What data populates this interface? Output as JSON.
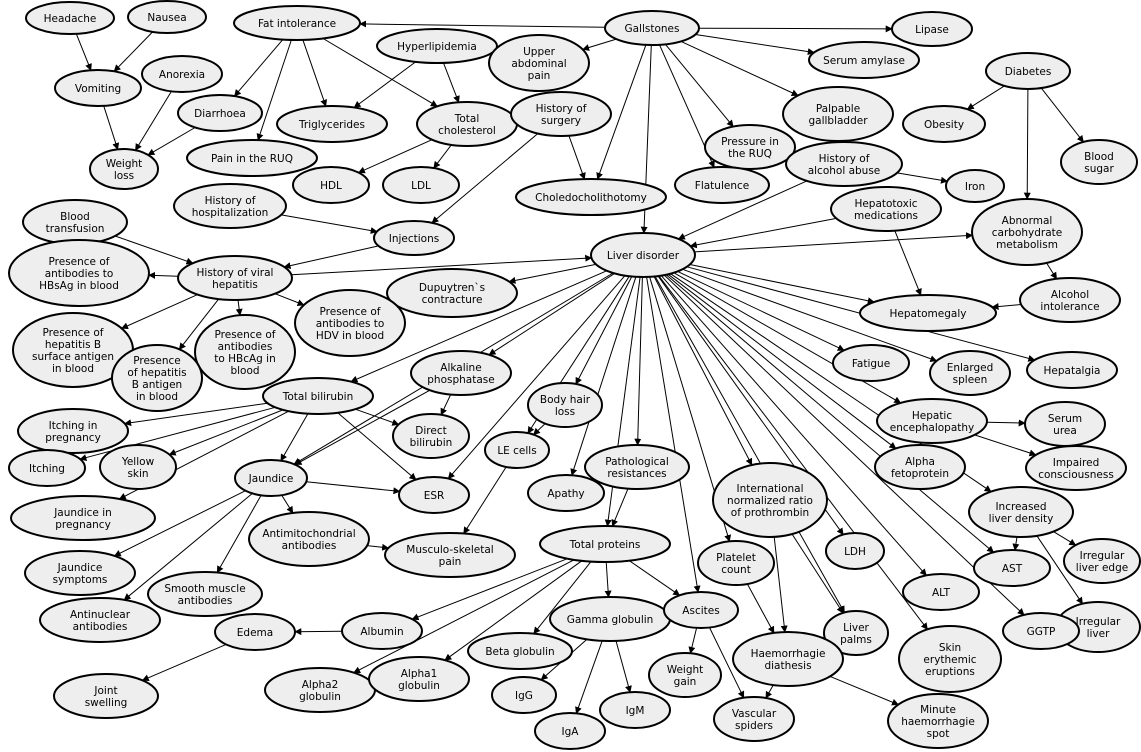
{
  "colors": {
    "node_fill": "#eeeeee",
    "node_stroke": "#000000",
    "edge": "#000000",
    "background": "#ffffff"
  },
  "nodes": [
    {
      "id": "headache",
      "lines": [
        "Headache"
      ]
    },
    {
      "id": "nausea",
      "lines": [
        "Nausea"
      ]
    },
    {
      "id": "fat_intolerance",
      "lines": [
        "Fat intolerance"
      ]
    },
    {
      "id": "gallstones",
      "lines": [
        "Gallstones"
      ]
    },
    {
      "id": "lipase",
      "lines": [
        "Lipase"
      ]
    },
    {
      "id": "hyperlipidemia",
      "lines": [
        "Hyperlipidemia"
      ]
    },
    {
      "id": "upper_abdominal_pain",
      "lines": [
        "Upper",
        "abdominal",
        "pain"
      ]
    },
    {
      "id": "anorexia",
      "lines": [
        "Anorexia"
      ]
    },
    {
      "id": "vomiting",
      "lines": [
        "Vomiting"
      ]
    },
    {
      "id": "serum_amylase",
      "lines": [
        "Serum amylase"
      ]
    },
    {
      "id": "diabetes",
      "lines": [
        "Diabetes"
      ]
    },
    {
      "id": "diarrhoea",
      "lines": [
        "Diarrhoea"
      ]
    },
    {
      "id": "triglycerides",
      "lines": [
        "Triglycerides"
      ]
    },
    {
      "id": "total_cholesterol",
      "lines": [
        "Total",
        "cholesterol"
      ]
    },
    {
      "id": "history_of_surgery",
      "lines": [
        "History of",
        "surgery"
      ]
    },
    {
      "id": "palpable_gallbladder",
      "lines": [
        "Palpable",
        "gallbladder"
      ]
    },
    {
      "id": "obesity",
      "lines": [
        "Obesity"
      ]
    },
    {
      "id": "weight_loss",
      "lines": [
        "Weight",
        "loss"
      ]
    },
    {
      "id": "pain_ruq",
      "lines": [
        "Pain in the RUQ"
      ]
    },
    {
      "id": "pressure_ruq",
      "lines": [
        "Pressure in",
        "the RUQ"
      ]
    },
    {
      "id": "blood_sugar",
      "lines": [
        "Blood",
        "sugar"
      ]
    },
    {
      "id": "hdl",
      "lines": [
        "HDL"
      ]
    },
    {
      "id": "ldl",
      "lines": [
        "LDL"
      ]
    },
    {
      "id": "history_alcohol_abuse",
      "lines": [
        "History of",
        "alcohol abuse"
      ]
    },
    {
      "id": "flatulence",
      "lines": [
        "Flatulence"
      ]
    },
    {
      "id": "iron",
      "lines": [
        "Iron"
      ]
    },
    {
      "id": "choledocholithotomy",
      "lines": [
        "Choledocholithotomy"
      ]
    },
    {
      "id": "history_hospitalization",
      "lines": [
        "History of",
        "hospitalization"
      ]
    },
    {
      "id": "hepatotoxic_medications",
      "lines": [
        "Hepatotoxic",
        "medications"
      ]
    },
    {
      "id": "blood_transfusion",
      "lines": [
        "Blood",
        "transfusion"
      ]
    },
    {
      "id": "injections",
      "lines": [
        "Injections"
      ]
    },
    {
      "id": "abnormal_carb_metabolism",
      "lines": [
        "Abnormal",
        "carbohydrate",
        "metabolism"
      ]
    },
    {
      "id": "antibodies_hbsag",
      "lines": [
        "Presence of",
        "antibodies to",
        "HBsAg in blood"
      ]
    },
    {
      "id": "history_viral_hepatitis",
      "lines": [
        "History of viral",
        "hepatitis"
      ]
    },
    {
      "id": "liver_disorder",
      "lines": [
        "Liver disorder"
      ]
    },
    {
      "id": "dupuytren",
      "lines": [
        "Dupuytren`s",
        "contracture"
      ]
    },
    {
      "id": "alcohol_intolerance",
      "lines": [
        "Alcohol",
        "intolerance"
      ]
    },
    {
      "id": "antibodies_hdv",
      "lines": [
        "Presence of",
        "antibodies to",
        "HDV in blood"
      ]
    },
    {
      "id": "hepatomegaly",
      "lines": [
        "Hepatomegaly"
      ]
    },
    {
      "id": "hb_surface_antigen",
      "lines": [
        "Presence of",
        "hepatitis B",
        "surface antigen",
        "in blood"
      ]
    },
    {
      "id": "antibodies_hbcag",
      "lines": [
        "Presence of",
        "antibodies",
        "to HBcAg in",
        "blood"
      ]
    },
    {
      "id": "hb_antigen",
      "lines": [
        "Presence",
        "of hepatitis",
        "B antigen",
        "in blood"
      ]
    },
    {
      "id": "alkaline_phosphatase",
      "lines": [
        "Alkaline",
        "phosphatase"
      ]
    },
    {
      "id": "fatigue",
      "lines": [
        "Fatigue"
      ]
    },
    {
      "id": "enlarged_spleen",
      "lines": [
        "Enlarged",
        "spleen"
      ]
    },
    {
      "id": "hepatalgia",
      "lines": [
        "Hepatalgia"
      ]
    },
    {
      "id": "total_bilirubin",
      "lines": [
        "Total bilirubin"
      ]
    },
    {
      "id": "body_hair_loss",
      "lines": [
        "Body hair",
        "loss"
      ]
    },
    {
      "id": "hepatic_encephalopathy",
      "lines": [
        "Hepatic",
        "encephalopathy"
      ]
    },
    {
      "id": "serum_urea",
      "lines": [
        "Serum",
        "urea"
      ]
    },
    {
      "id": "itching_pregnancy",
      "lines": [
        "Itching in",
        "pregnancy"
      ]
    },
    {
      "id": "direct_bilirubin",
      "lines": [
        "Direct",
        "bilirubin"
      ]
    },
    {
      "id": "le_cells",
      "lines": [
        "LE cells"
      ]
    },
    {
      "id": "pathological_resistances",
      "lines": [
        "Pathological",
        "resistances"
      ]
    },
    {
      "id": "alpha_fetoprotein",
      "lines": [
        "Alpha",
        "fetoprotein"
      ]
    },
    {
      "id": "impaired_consciousness",
      "lines": [
        "Impaired",
        "consciousness"
      ]
    },
    {
      "id": "itching",
      "lines": [
        "Itching"
      ]
    },
    {
      "id": "yellow_skin",
      "lines": [
        "Yellow",
        "skin"
      ]
    },
    {
      "id": "jaundice",
      "lines": [
        "Jaundice"
      ]
    },
    {
      "id": "esr",
      "lines": [
        "ESR"
      ]
    },
    {
      "id": "apathy",
      "lines": [
        "Apathy"
      ]
    },
    {
      "id": "inr",
      "lines": [
        "International",
        "normalized ratio",
        "of prothrombin"
      ]
    },
    {
      "id": "increased_liver_density",
      "lines": [
        "Increased",
        "liver density"
      ]
    },
    {
      "id": "jaundice_pregnancy",
      "lines": [
        "Jaundice in",
        "pregnancy"
      ]
    },
    {
      "id": "antimitochondrial_antibodies",
      "lines": [
        "Antimitochondrial",
        "antibodies"
      ]
    },
    {
      "id": "musculo_skeletal_pain",
      "lines": [
        "Musculo-skeletal",
        "pain"
      ]
    },
    {
      "id": "total_proteins",
      "lines": [
        "Total proteins"
      ]
    },
    {
      "id": "platelet_count",
      "lines": [
        "Platelet",
        "count"
      ]
    },
    {
      "id": "ldh",
      "lines": [
        "LDH"
      ]
    },
    {
      "id": "irregular_liver_edge",
      "lines": [
        "Irregular",
        "liver edge"
      ]
    },
    {
      "id": "ast",
      "lines": [
        "AST"
      ]
    },
    {
      "id": "jaundice_symptoms",
      "lines": [
        "Jaundice",
        "symptoms"
      ]
    },
    {
      "id": "smooth_muscle_antibodies",
      "lines": [
        "Smooth muscle",
        "antibodies"
      ]
    },
    {
      "id": "alt",
      "lines": [
        "ALT"
      ]
    },
    {
      "id": "antinuclear_antibodies",
      "lines": [
        "Antinuclear",
        "antibodies"
      ]
    },
    {
      "id": "gamma_globulin",
      "lines": [
        "Gamma globulin"
      ]
    },
    {
      "id": "ascites",
      "lines": [
        "Ascites"
      ]
    },
    {
      "id": "edema",
      "lines": [
        "Edema"
      ]
    },
    {
      "id": "albumin",
      "lines": [
        "Albumin"
      ]
    },
    {
      "id": "liver_palms",
      "lines": [
        "Liver",
        "palms"
      ]
    },
    {
      "id": "irregular_liver",
      "lines": [
        "Irregular",
        "liver"
      ]
    },
    {
      "id": "ggtp",
      "lines": [
        "GGTP"
      ]
    },
    {
      "id": "beta_globulin",
      "lines": [
        "Beta globulin"
      ]
    },
    {
      "id": "haemorrhagic_diathesis",
      "lines": [
        "Haemorrhagie",
        "diathesis"
      ]
    },
    {
      "id": "skin_erythemic",
      "lines": [
        "Skin",
        "erythemic",
        "eruptions"
      ]
    },
    {
      "id": "alpha2_globulin",
      "lines": [
        "Alpha2",
        "globulin"
      ]
    },
    {
      "id": "alpha1_globulin",
      "lines": [
        "Alpha1",
        "globulin"
      ]
    },
    {
      "id": "weight_gain",
      "lines": [
        "Weight",
        "gain"
      ]
    },
    {
      "id": "joint_swelling",
      "lines": [
        "Joint",
        "swelling"
      ]
    },
    {
      "id": "igg",
      "lines": [
        "IgG"
      ]
    },
    {
      "id": "igm",
      "lines": [
        "IgM"
      ]
    },
    {
      "id": "vascular_spiders",
      "lines": [
        "Vascular",
        "spiders"
      ]
    },
    {
      "id": "minute_haemorrhagic_spot",
      "lines": [
        "Minute",
        "haemorrhagie",
        "spot"
      ]
    },
    {
      "id": "iga",
      "lines": [
        "IgA"
      ]
    }
  ],
  "edges": [
    [
      "gallstones",
      "fat_intolerance"
    ],
    [
      "gallstones",
      "lipase"
    ],
    [
      "gallstones",
      "upper_abdominal_pain"
    ],
    [
      "gallstones",
      "serum_amylase"
    ],
    [
      "gallstones",
      "palpable_gallbladder"
    ],
    [
      "gallstones",
      "pressure_ruq"
    ],
    [
      "gallstones",
      "flatulence"
    ],
    [
      "gallstones",
      "choledocholithotomy"
    ],
    [
      "gallstones",
      "liver_disorder"
    ],
    [
      "headache",
      "vomiting"
    ],
    [
      "nausea",
      "vomiting"
    ],
    [
      "vomiting",
      "weight_loss"
    ],
    [
      "anorexia",
      "weight_loss"
    ],
    [
      "diarrhoea",
      "weight_loss"
    ],
    [
      "fat_intolerance",
      "diarrhoea"
    ],
    [
      "fat_intolerance",
      "pain_ruq"
    ],
    [
      "fat_intolerance",
      "triglycerides"
    ],
    [
      "fat_intolerance",
      "total_cholesterol"
    ],
    [
      "hyperlipidemia",
      "triglycerides"
    ],
    [
      "hyperlipidemia",
      "total_cholesterol"
    ],
    [
      "total_cholesterol",
      "hdl"
    ],
    [
      "total_cholesterol",
      "ldl"
    ],
    [
      "history_of_surgery",
      "choledocholithotomy"
    ],
    [
      "history_of_surgery",
      "injections"
    ],
    [
      "diabetes",
      "obesity"
    ],
    [
      "diabetes",
      "blood_sugar"
    ],
    [
      "diabetes",
      "abnormal_carb_metabolism"
    ],
    [
      "history_alcohol_abuse",
      "iron"
    ],
    [
      "history_alcohol_abuse",
      "liver_disorder"
    ],
    [
      "history_hospitalization",
      "injections"
    ],
    [
      "injections",
      "history_viral_hepatitis"
    ],
    [
      "blood_transfusion",
      "history_viral_hepatitis"
    ],
    [
      "hepatotoxic_medications",
      "liver_disorder"
    ],
    [
      "hepatotoxic_medications",
      "hepatomegaly"
    ],
    [
      "liver_disorder",
      "abnormal_carb_metabolism"
    ],
    [
      "abnormal_carb_metabolism",
      "alcohol_intolerance"
    ],
    [
      "alcohol_intolerance",
      "hepatomegaly"
    ],
    [
      "history_viral_hepatitis",
      "liver_disorder"
    ],
    [
      "history_viral_hepatitis",
      "antibodies_hbsag"
    ],
    [
      "history_viral_hepatitis",
      "antibodies_hdv"
    ],
    [
      "history_viral_hepatitis",
      "hb_surface_antigen"
    ],
    [
      "history_viral_hepatitis",
      "antibodies_hbcag"
    ],
    [
      "history_viral_hepatitis",
      "hb_antigen"
    ],
    [
      "liver_disorder",
      "dupuytren"
    ],
    [
      "liver_disorder",
      "hepatomegaly"
    ],
    [
      "liver_disorder",
      "hepatalgia"
    ],
    [
      "liver_disorder",
      "fatigue"
    ],
    [
      "liver_disorder",
      "enlarged_spleen"
    ],
    [
      "liver_disorder",
      "hepatic_encephalopathy"
    ],
    [
      "liver_disorder",
      "alpha_fetoprotein"
    ],
    [
      "liver_disorder",
      "total_bilirubin"
    ],
    [
      "liver_disorder",
      "alkaline_phosphatase"
    ],
    [
      "liver_disorder",
      "body_hair_loss"
    ],
    [
      "liver_disorder",
      "le_cells"
    ],
    [
      "liver_disorder",
      "pathological_resistances"
    ],
    [
      "liver_disorder",
      "esr"
    ],
    [
      "liver_disorder",
      "apathy"
    ],
    [
      "liver_disorder",
      "inr"
    ],
    [
      "liver_disorder",
      "platelet_count"
    ],
    [
      "liver_disorder",
      "ldh"
    ],
    [
      "liver_disorder",
      "ast"
    ],
    [
      "liver_disorder",
      "alt"
    ],
    [
      "liver_disorder",
      "ggtp"
    ],
    [
      "liver_disorder",
      "total_proteins"
    ],
    [
      "liver_disorder",
      "ascites"
    ],
    [
      "liver_disorder",
      "increased_liver_density"
    ],
    [
      "liver_disorder",
      "liver_palms"
    ],
    [
      "liver_disorder",
      "skin_erythemic"
    ],
    [
      "liver_disorder",
      "jaundice"
    ],
    [
      "hepatic_encephalopathy",
      "serum_urea"
    ],
    [
      "hepatic_encephalopathy",
      "impaired_consciousness"
    ],
    [
      "alkaline_phosphatase",
      "direct_bilirubin"
    ],
    [
      "alkaline_phosphatase",
      "jaundice"
    ],
    [
      "total_bilirubin",
      "itching_pregnancy"
    ],
    [
      "total_bilirubin",
      "itching"
    ],
    [
      "total_bilirubin",
      "yellow_skin"
    ],
    [
      "total_bilirubin",
      "direct_bilirubin"
    ],
    [
      "total_bilirubin",
      "esr"
    ],
    [
      "total_bilirubin",
      "jaundice"
    ],
    [
      "total_bilirubin",
      "jaundice_pregnancy"
    ],
    [
      "body_hair_loss",
      "le_cells"
    ],
    [
      "le_cells",
      "musculo_skeletal_pain"
    ],
    [
      "jaundice",
      "esr"
    ],
    [
      "jaundice",
      "antimitochondrial_antibodies"
    ],
    [
      "jaundice",
      "jaundice_symptoms"
    ],
    [
      "jaundice",
      "smooth_muscle_antibodies"
    ],
    [
      "jaundice",
      "antinuclear_antibodies"
    ],
    [
      "antimitochondrial_antibodies",
      "musculo_skeletal_pain"
    ],
    [
      "pathological_resistances",
      "total_proteins"
    ],
    [
      "increased_liver_density",
      "irregular_liver_edge"
    ],
    [
      "increased_liver_density",
      "irregular_liver"
    ],
    [
      "increased_liver_density",
      "ast"
    ],
    [
      "total_proteins",
      "gamma_globulin"
    ],
    [
      "total_proteins",
      "ascites"
    ],
    [
      "total_proteins",
      "albumin"
    ],
    [
      "total_proteins",
      "beta_globulin"
    ],
    [
      "total_proteins",
      "alpha2_globulin"
    ],
    [
      "total_proteins",
      "alpha1_globulin"
    ],
    [
      "albumin",
      "edema"
    ],
    [
      "edema",
      "joint_swelling"
    ],
    [
      "gamma_globulin",
      "igg"
    ],
    [
      "gamma_globulin",
      "igm"
    ],
    [
      "gamma_globulin",
      "iga"
    ],
    [
      "ascites",
      "weight_gain"
    ],
    [
      "ascites",
      "vascular_spiders"
    ],
    [
      "platelet_count",
      "haemorrhagic_diathesis"
    ],
    [
      "inr",
      "haemorrhagic_diathesis"
    ],
    [
      "inr",
      "liver_palms"
    ],
    [
      "haemorrhagic_diathesis",
      "vascular_spiders"
    ],
    [
      "haemorrhagic_diathesis",
      "minute_haemorrhagic_spot"
    ]
  ]
}
